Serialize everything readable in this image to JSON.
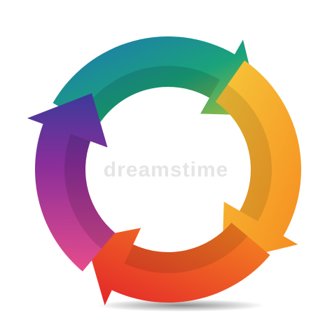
{
  "graphic": {
    "kind": "circular-arrows-cycle",
    "arrow_count": 4,
    "arrows": [
      {
        "name": "arrow-blue-green",
        "colors": [
          "#1f73b8",
          "#1aa37a",
          "#c6c22a"
        ]
      },
      {
        "name": "arrow-yellow-orange",
        "colors": [
          "#f7c93a",
          "#f58a1f"
        ]
      },
      {
        "name": "arrow-orange-red",
        "colors": [
          "#f36b21",
          "#e3212b"
        ]
      },
      {
        "name": "arrow-pink-purple",
        "colors": [
          "#e74c8b",
          "#8a2e9a",
          "#3b3a9a"
        ]
      }
    ]
  },
  "watermark": {
    "text": "dreamstime"
  },
  "background": "#ffffff"
}
